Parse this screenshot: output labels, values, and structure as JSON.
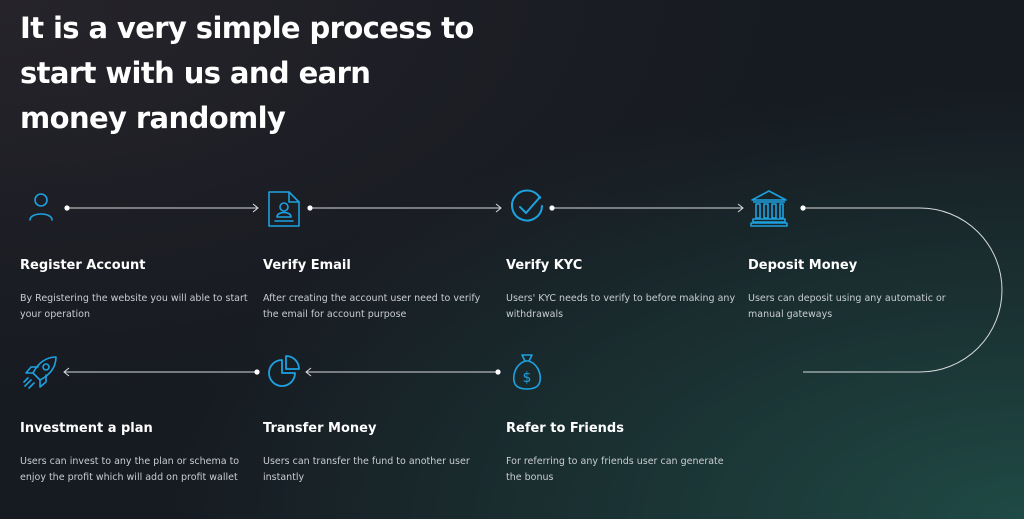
{
  "headline": "It is a very simple process to start with us and earn money randomly",
  "accent_color": "#1da1e0",
  "steps": [
    {
      "icon": "user-icon",
      "title": "Register Account",
      "description": "By Registering the website you will able to start your operation"
    },
    {
      "icon": "document-user-icon",
      "title": "Verify Email",
      "description": "After creating the account user need to verify the email for account purpose"
    },
    {
      "icon": "check-circle-icon",
      "title": "Verify KYC",
      "description": "Users' KYC needs to verify to before making any withdrawals"
    },
    {
      "icon": "bank-icon",
      "title": "Deposit Money",
      "description": "Users can deposit using any automatic or manual gateways"
    },
    {
      "icon": "money-bag-icon",
      "title": "Refer to Friends",
      "description": "For referring to any friends user can generate the bonus"
    },
    {
      "icon": "pie-chart-icon",
      "title": "Transfer Money",
      "description": "Users can transfer the fund to another user instantly"
    },
    {
      "icon": "rocket-icon",
      "title": "Investment a plan",
      "description": "Users can invest to any the plan or schema to enjoy the profit which will add on profit wallet"
    }
  ]
}
